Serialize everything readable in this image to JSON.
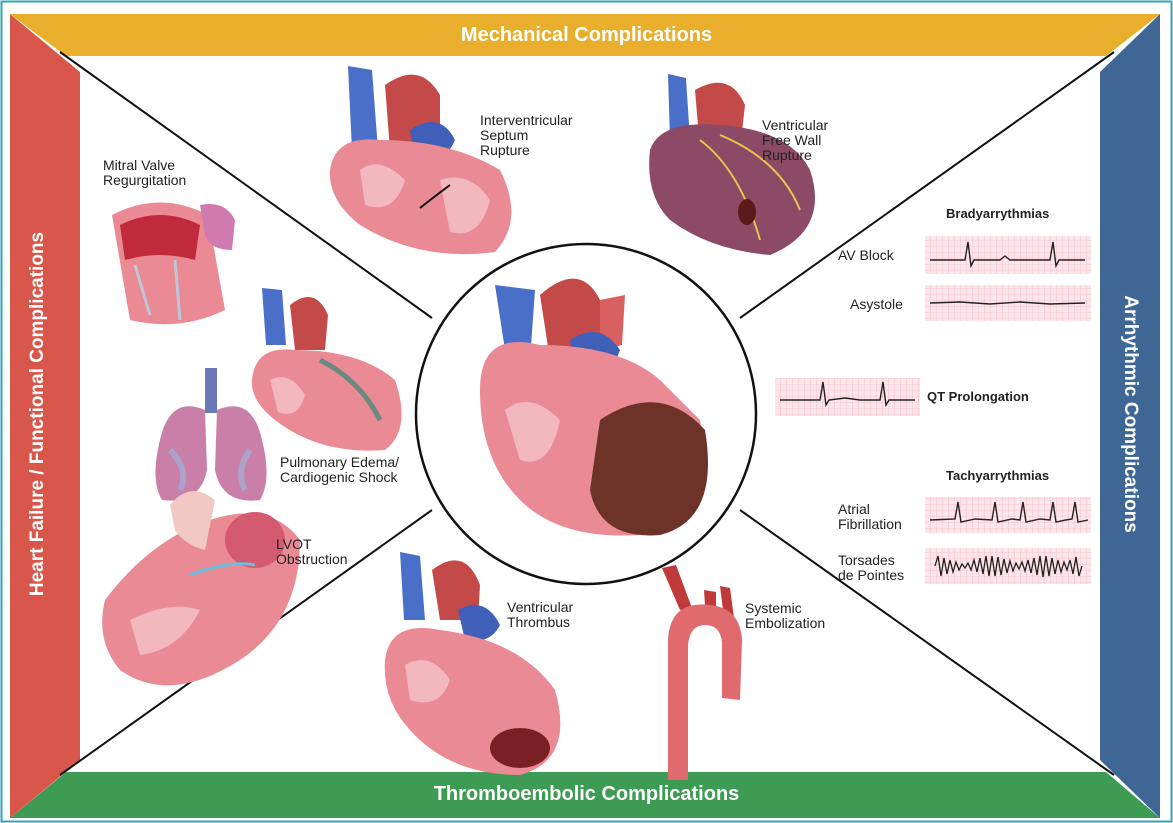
{
  "bands": {
    "top": "Mechanical Complications",
    "bottom": "Thromboembolic Complications",
    "left": "Heart Failure / Functional Complications",
    "right": "Arrhythmic Complications"
  },
  "colors": {
    "top": "#E9AE2B",
    "bottom": "#3E9B53",
    "left": "#D9564B",
    "right": "#3F6796",
    "outer_border": "#2FA6B5"
  },
  "mechanical": {
    "septum_rupture": "Interventricular\nSeptum\nRupture",
    "free_wall_rupture": "Ventricular\nFree Wall\nRupture"
  },
  "heart_failure": {
    "mitral": "Mitral Valve\nRegurgitation",
    "pulmonary": "Pulmonary Edema/\nCardiogenic Shock",
    "lvot": "LVOT\nObstruction"
  },
  "thromboembolic": {
    "thrombus": "Ventricular\nThrombus",
    "embolization": "Systemic\nEmbolization"
  },
  "arrhythmic": {
    "brady_header": "Bradyarrythmias",
    "av_block": "AV Block",
    "asystole": "Asystole",
    "qt": "QT Prolongation",
    "tachy_header": "Tachyarrythmias",
    "afib": "Atrial\nFibrillation",
    "torsades": "Torsades\nde Pointes"
  },
  "icons": [
    "heart-illustration",
    "lungs-illustration",
    "aorta-illustration",
    "ekg-strip"
  ]
}
